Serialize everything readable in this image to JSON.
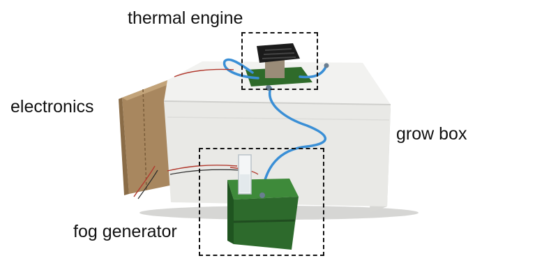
{
  "labels": {
    "thermal_engine": "thermal engine",
    "electronics": "electronics",
    "grow_box": "grow box",
    "fog_generator": "fog generator"
  },
  "colors": {
    "foam_box": "#e9e9e6",
    "cardboard": "#a8875f",
    "tubing": "#3a8fd6",
    "pcb_green": "#2f6b2a",
    "fog_box_green": "#2d6a2c",
    "fan_black": "#1b1b1b",
    "callout_border": "#111111",
    "label_text": "#111111"
  },
  "icons": [
    "fan-icon",
    "tube-icon",
    "cuvette-icon"
  ]
}
